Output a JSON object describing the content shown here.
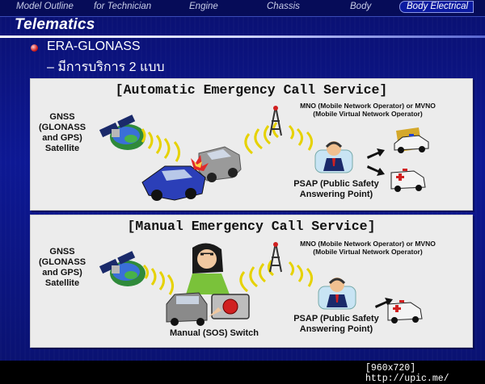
{
  "nav": {
    "items": [
      "Model Outline",
      "for Technician",
      "Engine",
      "Chassis",
      "Body",
      "Body Electrical"
    ],
    "active_index": 5
  },
  "header": {
    "title": "Telematics"
  },
  "bullets": {
    "main": "ERA-GLONASS",
    "sub": "– มีการบริการ 2 แบบ"
  },
  "automatic": {
    "title": "[Automatic Emergency Call Service]",
    "gnss_label": [
      "GNSS",
      "(GLONASS",
      "and GPS)",
      "Satellite"
    ],
    "mno_label": [
      "MNO (Mobile Network Operator) or MVNO",
      "(Mobile Virtual Network Operator)"
    ],
    "psap_label": [
      "PSAP (Public Safety",
      "Answering Point)"
    ]
  },
  "manual": {
    "title": "[Manual Emergency Call Service]",
    "gnss_label": [
      "GNSS",
      "(GLONASS",
      "and GPS)",
      "Satellite"
    ],
    "mno_label": [
      "MNO (Mobile Network Operator) or MVNO",
      "(Mobile Virtual Network Operator)"
    ],
    "psap_label": [
      "PSAP (Public Safety",
      "Answering Point)"
    ],
    "switch_label": "Manual (SOS) Switch"
  },
  "watermark": "[960x720] http://upic.me/",
  "colors": {
    "background": "#0d1894",
    "panel": "#ececec",
    "wave": "#e6d200",
    "bullet": "#d02020"
  },
  "icons": [
    "satellite-icon",
    "signal-waves-icon",
    "cell-tower-icon",
    "operator-icon",
    "police-car-icon",
    "ambulance-icon",
    "crash-cars-icon",
    "driver-icon",
    "sos-switch-icon",
    "arrow-icon"
  ]
}
